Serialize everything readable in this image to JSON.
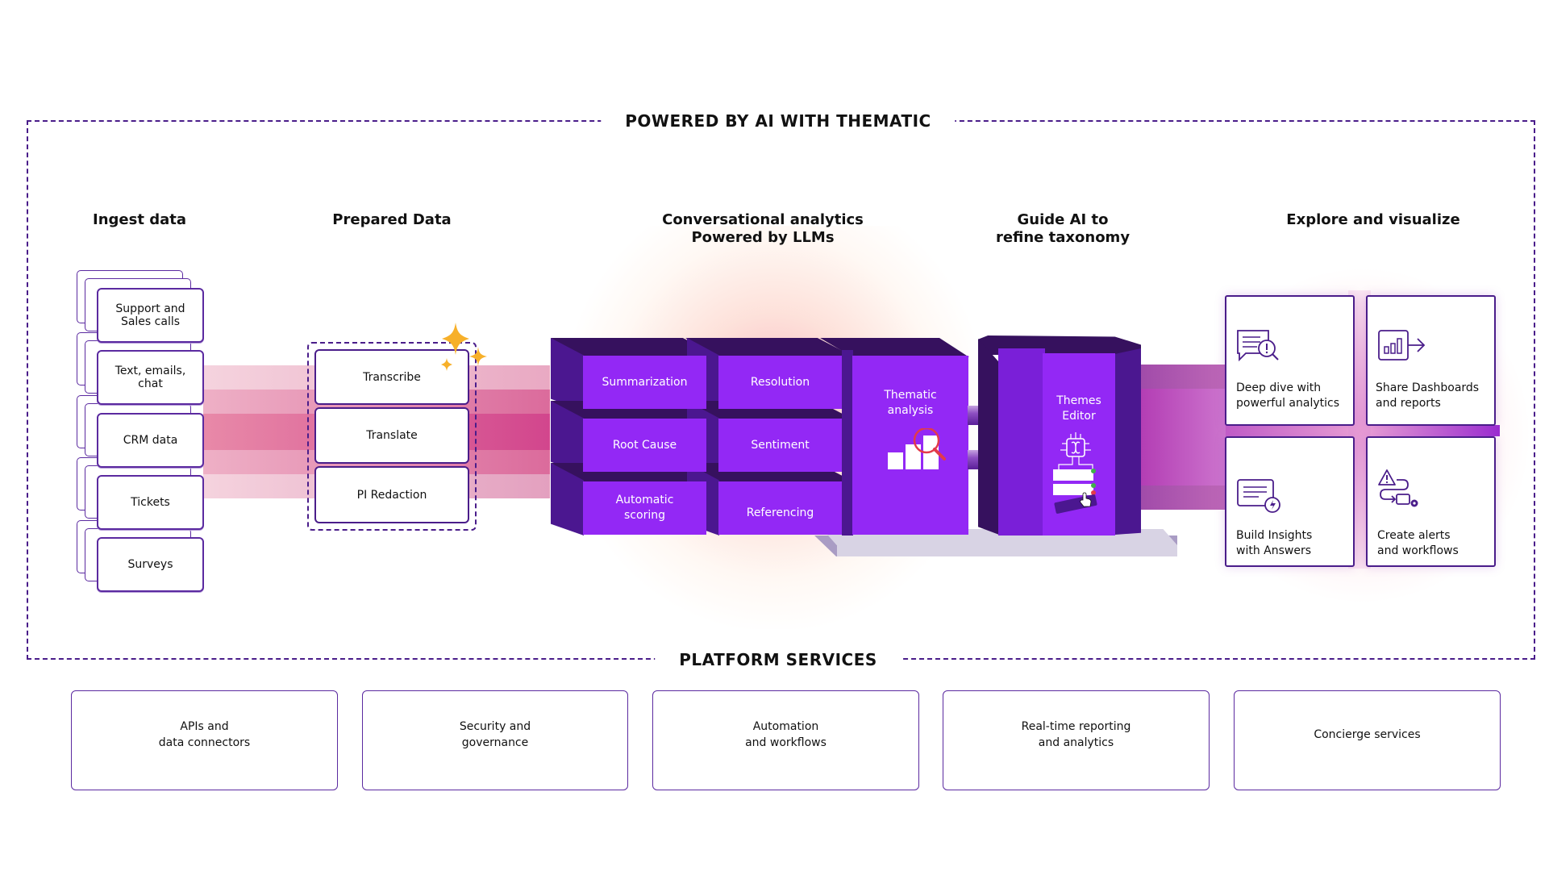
{
  "top_section": {
    "title": "POWERED BY AI WITH THEMATIC",
    "headers": {
      "ingest": "Ingest data",
      "prepared": "Prepared Data",
      "conversational": "Conversational analytics\nPowered by LLMs",
      "guide": "Guide AI to\nrefine taxonomy",
      "explore": "Explore and visualize"
    }
  },
  "ingest_sources": [
    "Support and\nSales calls",
    "Text, emails,\nchat",
    "CRM data",
    "Tickets",
    "Surveys"
  ],
  "prepared_steps": [
    "Transcribe",
    "Translate",
    "PI Redaction"
  ],
  "llm_blocks": [
    "Summarization",
    "Resolution",
    "Root Cause",
    "Sentiment",
    "Automatic\nscoring",
    "Referencing"
  ],
  "thematic_analysis": {
    "label": "Thematic\nanalysis",
    "icon": "bar-chart-magnifier-icon"
  },
  "themes_editor": {
    "label": "Themes\nEditor",
    "icon": "ai-chip-editor-icon"
  },
  "explore_cards": [
    {
      "label": "Deep dive with\npowerful analytics",
      "icon": "chat-alert-magnifier-icon"
    },
    {
      "label": "Share Dashboards\nand reports",
      "icon": "dashboard-share-icon"
    },
    {
      "label": "Build Insights\nwith Answers",
      "icon": "document-lightning-icon"
    },
    {
      "label": "Create alerts\nand workflows",
      "icon": "alert-workflow-icon"
    }
  ],
  "platform_services": {
    "title": "PLATFORM SERVICES",
    "items": [
      "APIs and\ndata connectors",
      "Security and\ngovernance",
      "Automation\nand workflows",
      "Real-time reporting\nand analytics",
      "Concierge services"
    ]
  },
  "colors": {
    "brand_purple": "#9328f5",
    "dark_purple": "#36115e",
    "outline_purple": "#4a1d8a",
    "sparkle": "#f7b02a",
    "magnifier_red": "#e23a4a"
  }
}
